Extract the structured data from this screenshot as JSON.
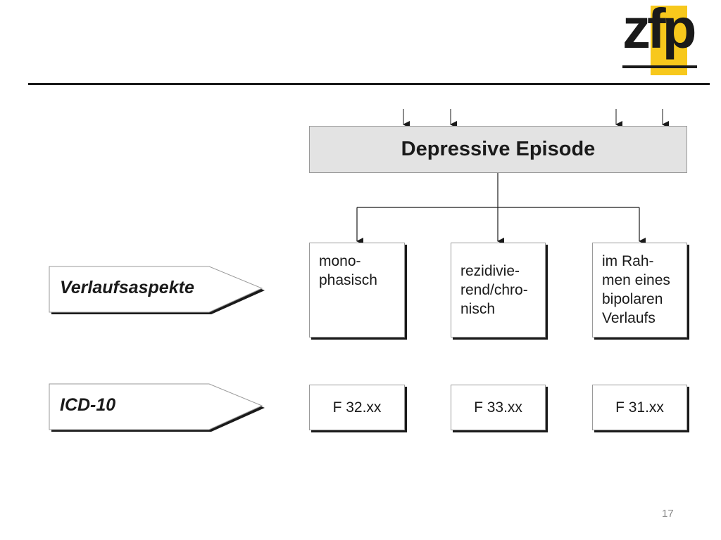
{
  "logo": {
    "text": "zfp",
    "accent_color": "#f7c81c"
  },
  "diagram": {
    "header": "Depressive Episode",
    "row_labels": {
      "course": "Verlaufsaspekte",
      "icd": "ICD-10"
    },
    "stages": [
      {
        "text": "mono-\nphasisch",
        "code": "F 32.xx"
      },
      {
        "text": "rezidivie-\nrend/chro-\nnisch",
        "code": "F 33.xx"
      },
      {
        "text": "im Rah-\nmen eines\nbipolaren\nVerlaufs",
        "code": "F 31.xx"
      }
    ]
  },
  "page_number": "17"
}
